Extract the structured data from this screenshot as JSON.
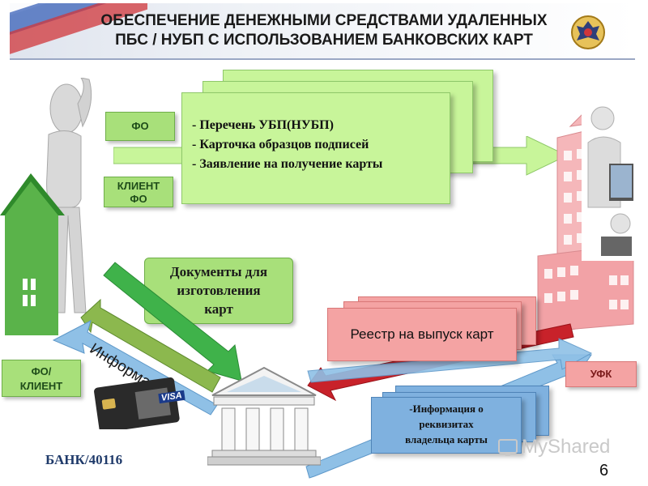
{
  "header": {
    "title_line1": "ОБЕСПЕЧЕНИЕ ДЕНЕЖНЫМИ СРЕДСТВАМИ УДАЛЕННЫХ",
    "title_line2": "ПБС / НУБП С ИСПОЛЬЗОВАНИЕМ БАНКОВСКИХ КАРТ"
  },
  "left_labels": {
    "fo": "ФО",
    "client_fo_line1": "КЛИЕНТ",
    "client_fo_line2": "ФО",
    "fo_client_line1": "ФО/",
    "fo_client_line2": "КЛИЕНТ"
  },
  "documents_list": [
    "- Перечень  УБП(НУБП)",
    "- Карточка образцов подписей",
    "- Заявление на получение карты"
  ],
  "card_docs": {
    "line1": "Документы для",
    "line2": "изготовления",
    "line3": "карт"
  },
  "info_arrow_label": "Информация",
  "registry_label": "Реестр на выпуск карт",
  "holder_info": {
    "line1": "-Информация о",
    "line2": "реквизитах",
    "line3": "владельца карты"
  },
  "ufk_label": "УФК",
  "bank_label": "БАНК/40116",
  "watermark": "MyShared",
  "page_number": "6",
  "card_brand": "VISA",
  "colors": {
    "green_box": "#a8e07a",
    "doc_stack": "#c8f59a",
    "pink": "#f4a3a3",
    "blue": "#7fb1df",
    "arrow_green": "#3fb24a",
    "arrow_red": "#c8222a",
    "arrow_blue": "#8fc0e6",
    "house": "#5ab34a",
    "building": "#f2a2a6"
  }
}
